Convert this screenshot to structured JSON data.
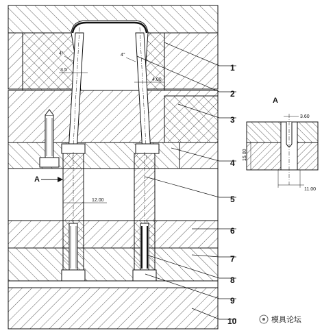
{
  "view_label": "A",
  "section_arrow_label": "A",
  "part_numbers": [
    "1",
    "2",
    "3",
    "4",
    "5",
    "6",
    "7",
    "8",
    "9",
    "10"
  ],
  "dimensions": {
    "angle_left": "4°",
    "angle_right": "4°",
    "thickness": "3.5",
    "wall": "4.00",
    "pin_dia": "12.00",
    "detail_width": "3.60",
    "detail_depth": "15.00",
    "detail_gap": "11.00"
  },
  "watermark": "模具论坛"
}
